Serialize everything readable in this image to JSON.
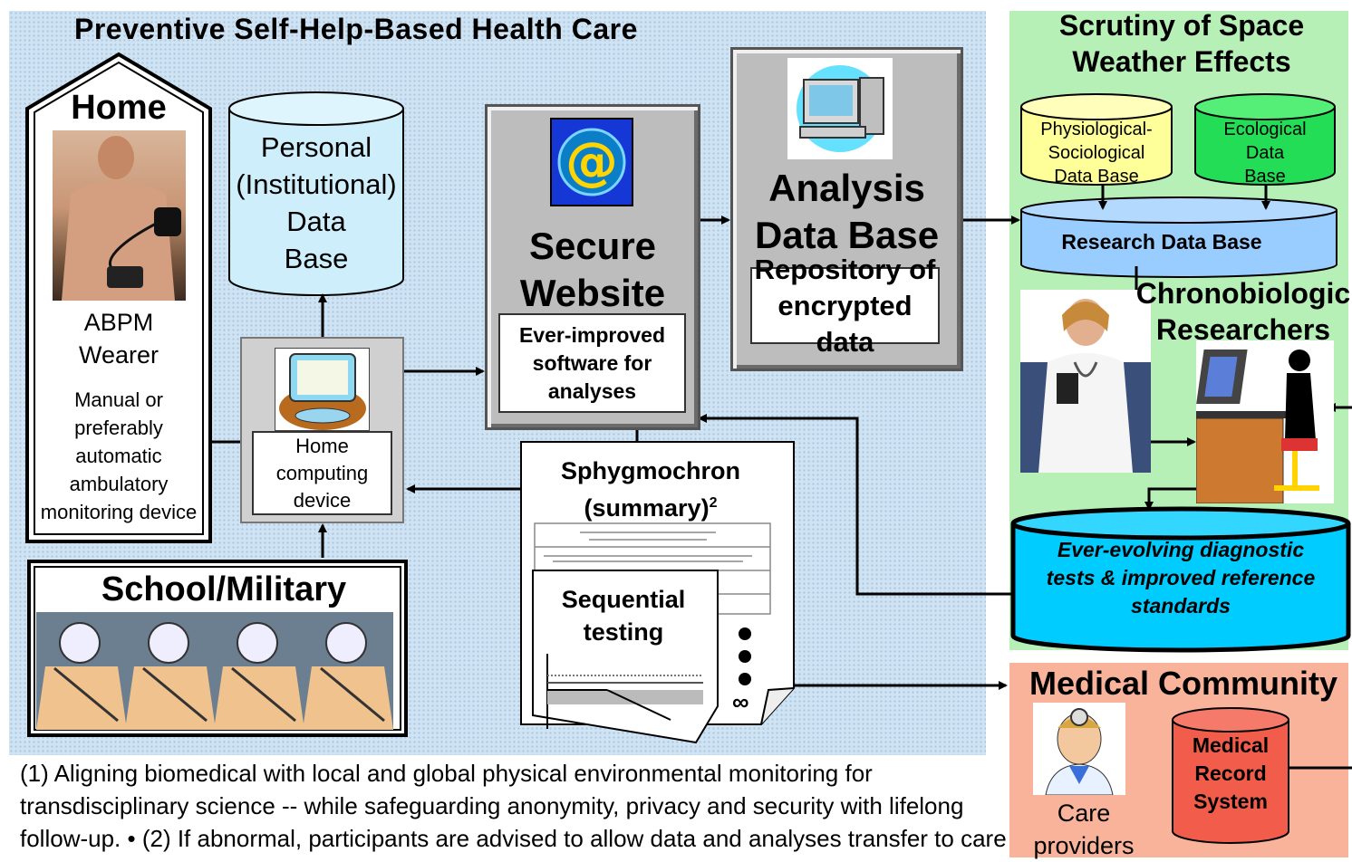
{
  "panels": {
    "preventive_title": "Preventive Self-Help-Based Health Care",
    "scrutiny_title_1": "Scrutiny of Space",
    "scrutiny_title_2": "Weather Effects",
    "medical_title": "Medical Community"
  },
  "home": {
    "title": "Home",
    "wearer_1": "ABPM",
    "wearer_2": "Wearer",
    "desc_1": "Manual or",
    "desc_2": "preferably",
    "desc_3": "automatic",
    "desc_4": "ambulatory",
    "desc_5": "monitoring device"
  },
  "personal_db": {
    "l1": "Personal",
    "l2": "(Institutional)",
    "l3": "Data",
    "l4": "Base"
  },
  "home_computing": {
    "l1": "Home",
    "l2": "computing",
    "l3": "device"
  },
  "school": {
    "title": "School/Military"
  },
  "secure": {
    "l1": "Secure",
    "l2": "Website",
    "s1": "Ever-improved",
    "s2": "software for",
    "s3": "analyses"
  },
  "analysis": {
    "l1": "Analysis",
    "l2": "Data Base",
    "s1": "Repository of",
    "s2": "encrypted data"
  },
  "sphygmo": {
    "l1": "Sphygmochron",
    "l2": "(summary)",
    "sup": "2",
    "seq1": "Sequential",
    "seq2": "testing",
    "infinity": "∞"
  },
  "space": {
    "phys_1": "Physiological-",
    "phys_2": "Sociological",
    "phys_3": "Data Base",
    "eco_1": "Ecological",
    "eco_2": "Data",
    "eco_3": "Base",
    "research": "Research Data Base",
    "chrono_1": "Chronobiologic",
    "chrono_2": "Researchers",
    "evolving_1": "Ever-evolving diagnostic",
    "evolving_2": "tests & improved reference",
    "evolving_3": "standards"
  },
  "medical": {
    "care_1": "Care",
    "care_2": "providers",
    "rec_1": "Medical",
    "rec_2": "Record",
    "rec_3": "System"
  },
  "caption": {
    "line1": "(1) Aligning biomedical with local and global physical environmental monitoring for",
    "line2": "transdisciplinary science -- while safeguarding anonymity, privacy and security with lifelong",
    "line3": "follow-up. • (2) If abnormal, participants are advised to allow data and analyses transfer to care"
  },
  "colors": {
    "blue_panel": "#cfe3f3",
    "green_panel": "#b7f0b7",
    "salmon_panel": "#f8b39a",
    "db_cyan": "#cdeefa",
    "db_yellow": "#ffff99",
    "db_green": "#22dd55",
    "research_db": "#99ccff",
    "evolving_db": "#00ccff",
    "record_db": "#f25c4a"
  }
}
